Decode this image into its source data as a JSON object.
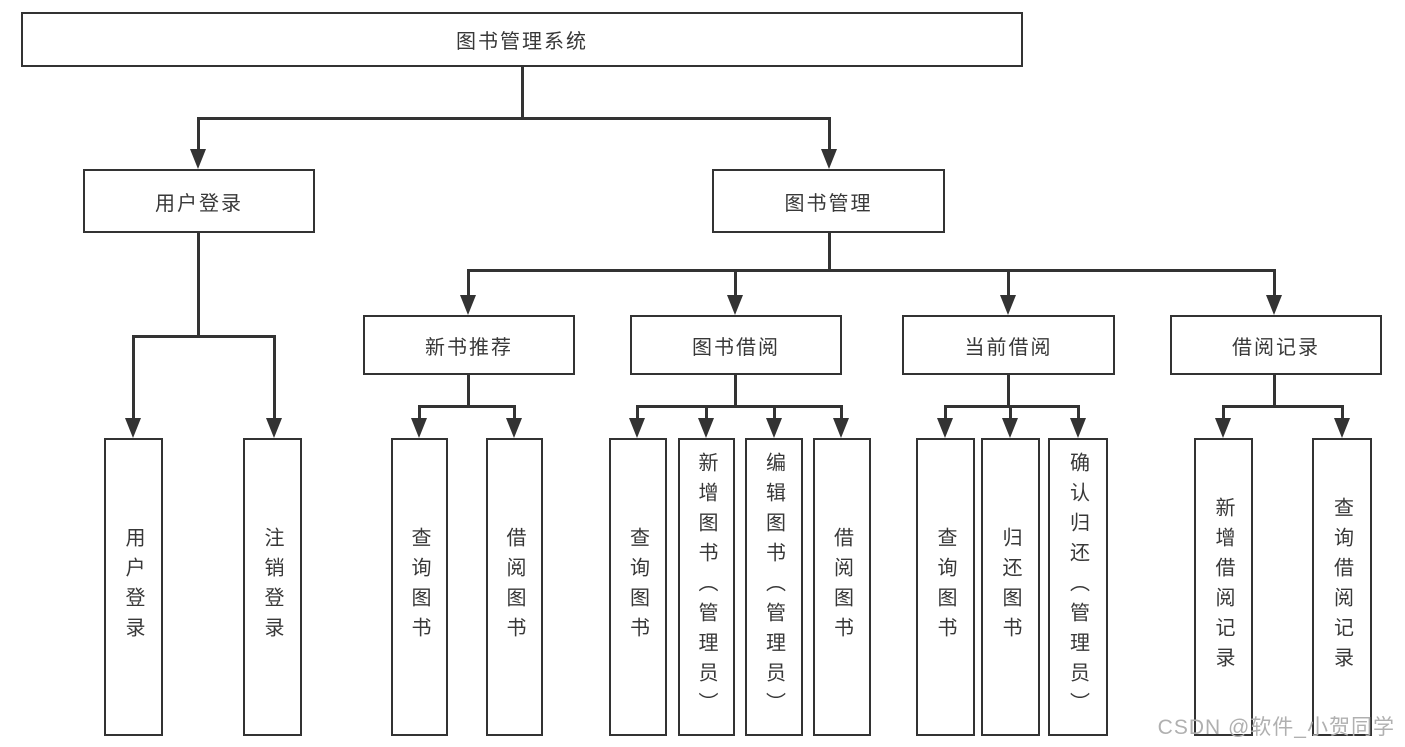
{
  "diagram": {
    "title": "图书管理系统",
    "level2": {
      "user_login": "用户登录",
      "book_mgmt": "图书管理"
    },
    "level3": {
      "new_books": "新书推荐",
      "book_borrow": "图书借阅",
      "current_borrow": "当前借阅",
      "borrow_records": "借阅记录"
    },
    "leaves": {
      "user_login": [
        "用户登录",
        "注销登录"
      ],
      "new_books": [
        "查询图书",
        "借阅图书"
      ],
      "book_borrow": [
        "查询图书",
        "新增图书（管理员）",
        "编辑图书（管理员）",
        "借阅图书"
      ],
      "current_borrow": [
        "查询图书",
        "归还图书",
        "确认归还（管理员）"
      ],
      "borrow_records": [
        "新增借阅记录",
        "查询借阅记录"
      ]
    },
    "colors": {
      "line": "#333333",
      "text": "#383838",
      "box_bg": "#ffffff",
      "watermark": "#b0b0b0"
    }
  },
  "watermark": {
    "text": "CSDN @软件_小贺同学"
  }
}
